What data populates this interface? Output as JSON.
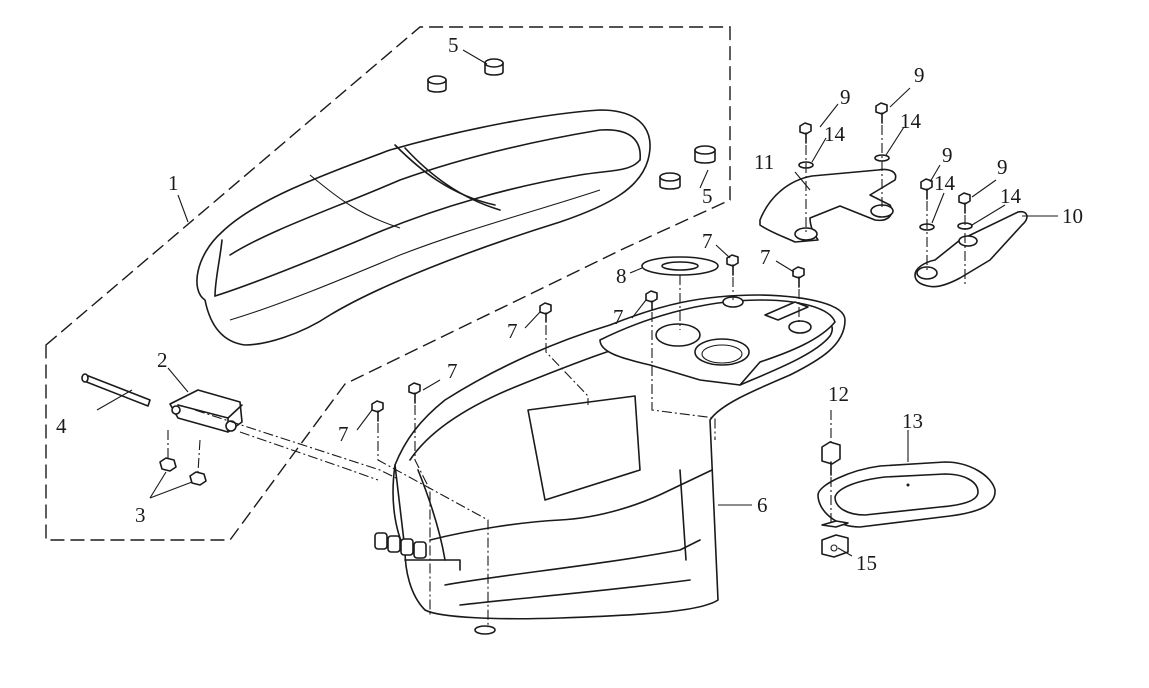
{
  "diagram": {
    "callouts": {
      "c1": "1",
      "c2": "2",
      "c3": "3",
      "c4": "4",
      "c5a": "5",
      "c5b": "5",
      "c6": "6",
      "c7a": "7",
      "c7b": "7",
      "c7c": "7",
      "c7d": "7",
      "c7e": "7",
      "c7f": "7",
      "c8": "8",
      "c9a": "9",
      "c9b": "9",
      "c9c": "9",
      "c9d": "9",
      "c10": "10",
      "c11": "11",
      "c12": "12",
      "c13": "13",
      "c14a": "14",
      "c14b": "14",
      "c14c": "14",
      "c14d": "14",
      "c15": "15"
    }
  }
}
